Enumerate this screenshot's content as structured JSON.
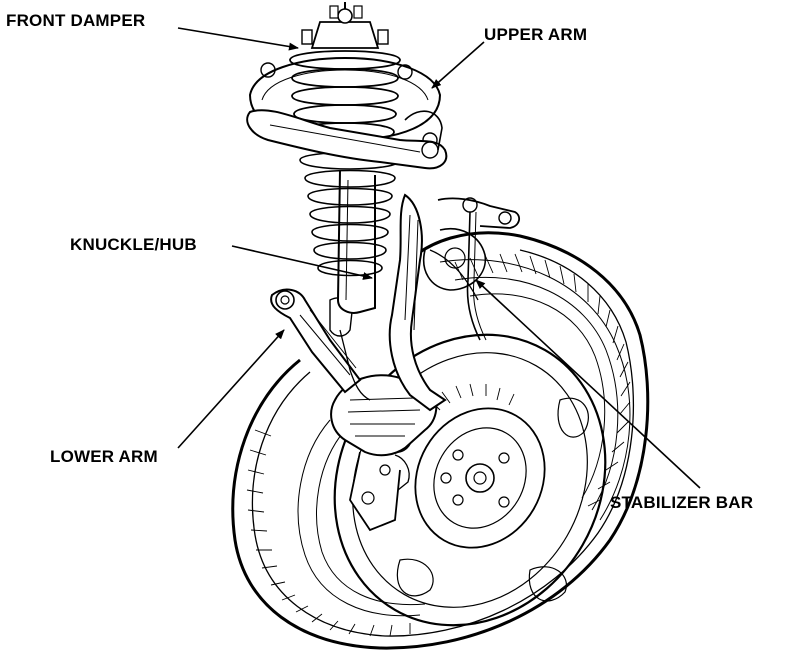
{
  "diagram": {
    "labels": {
      "front_damper": "FRONT DAMPER",
      "upper_arm": "UPPER ARM",
      "knuckle_hub": "KNUCKLE/HUB",
      "lower_arm": "LOWER ARM",
      "stabilizer_bar": "STABILIZER BAR"
    }
  }
}
